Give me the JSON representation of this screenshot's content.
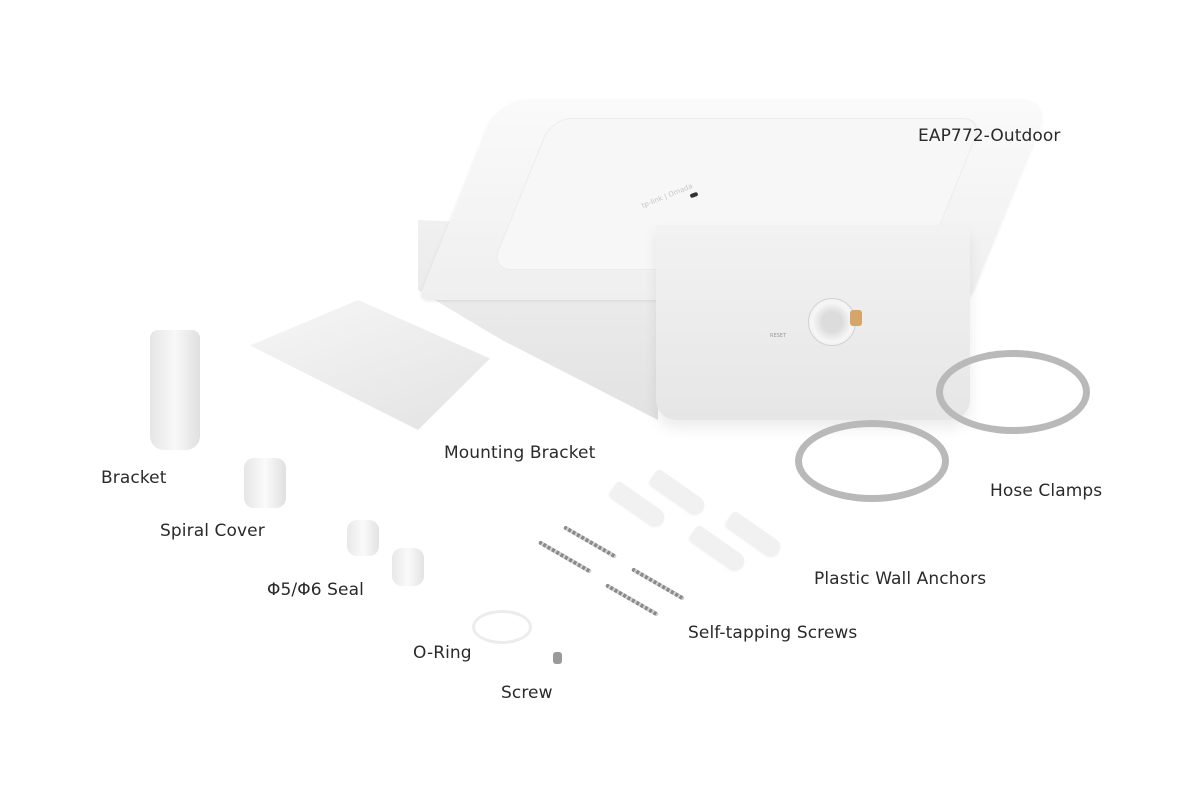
{
  "product": {
    "name": "EAP772-Outdoor",
    "logo_text": "tp-link | Omada",
    "port_label": "RESET"
  },
  "labels": {
    "device": "EAP772-Outdoor",
    "mounting_bracket": "Mounting Bracket",
    "bracket": "Bracket",
    "spiral_cover": "Spiral Cover",
    "seal": "Φ5/Φ6 Seal",
    "o_ring": "O-Ring",
    "screw": "Screw",
    "hose_clamps": "Hose Clamps",
    "plastic_wall_anchors": "Plastic Wall Anchors",
    "self_tapping_screws": "Self-tapping Screws"
  },
  "colors": {
    "background": "#ffffff",
    "label_text": "#2a2a2a",
    "device_body": "#f2f2f2",
    "clamp_metal": "#b9b9b9",
    "connector_gold": "#d5a56a"
  }
}
